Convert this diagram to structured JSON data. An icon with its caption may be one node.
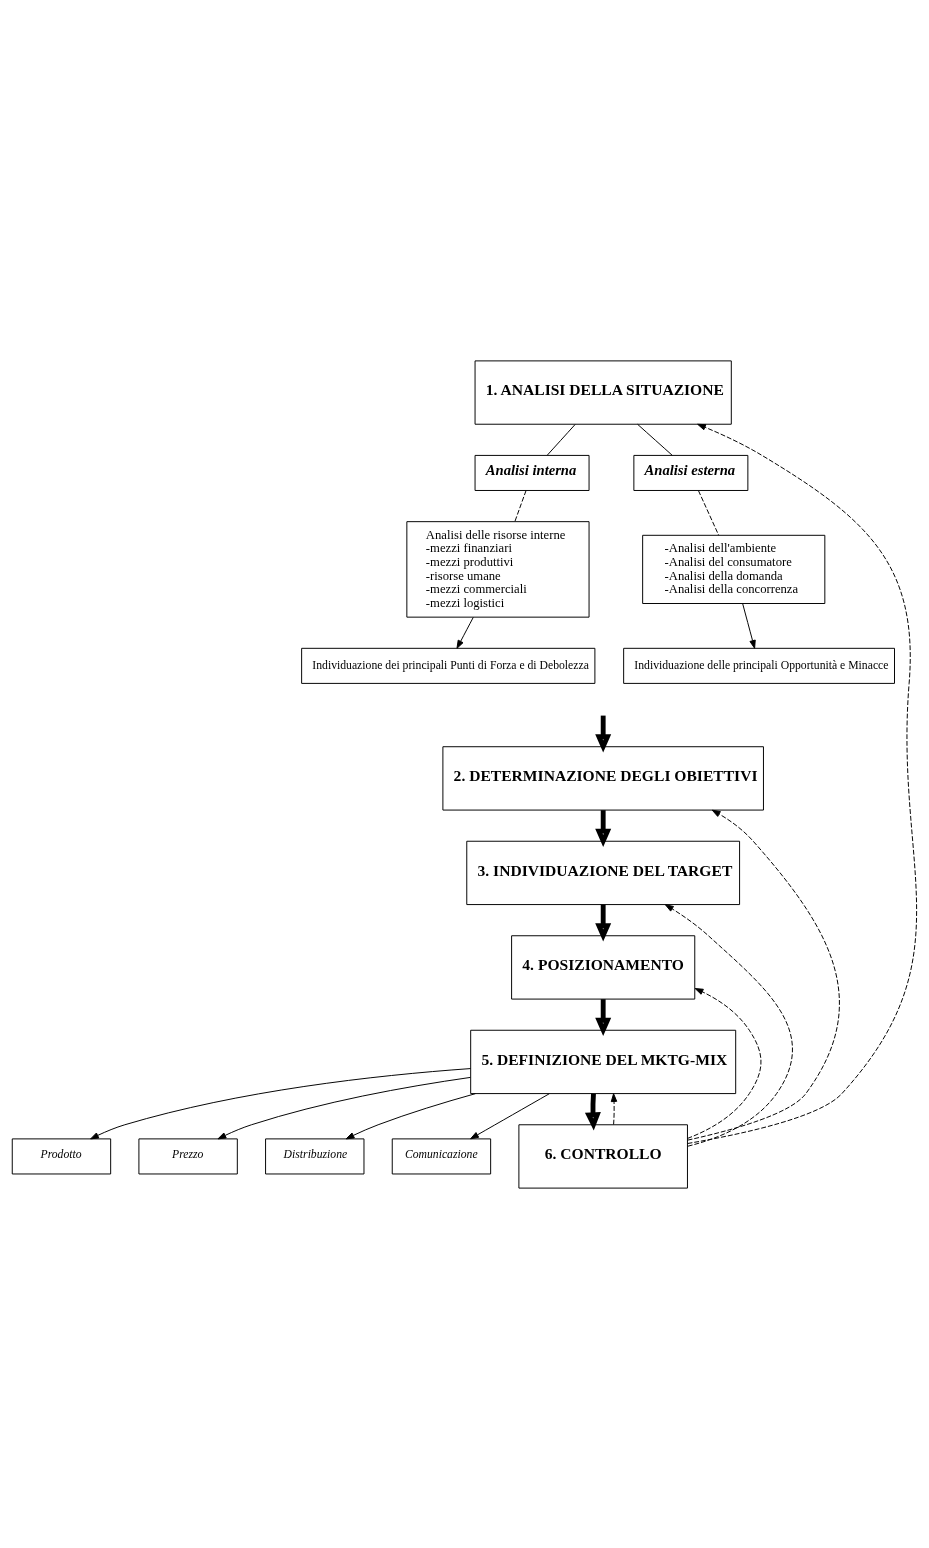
{
  "diagram": {
    "nodes": [
      {
        "text": [
          "1. ANALISI DELLA SITUAZIONE"
        ]
      },
      {
        "text": [
          "Analisi interna"
        ]
      },
      {
        "text": [
          "Analisi esterna"
        ]
      },
      {
        "text": [
          "Analisi delle risorse interne",
          "-mezzi finanziari",
          "-mezzi produttivi",
          "-risorse umane",
          "-mezzi commerciali",
          "-mezzi logistici"
        ]
      },
      {
        "text": [
          "-Analisi dell'ambiente",
          "-Analisi del consumatore",
          "-Analisi della domanda",
          "-Analisi della concorrenza"
        ]
      },
      {
        "text": [
          "Individuazione dei principali Punti di Forza e di Debolezza"
        ]
      },
      {
        "text": [
          "Individuazione delle principali Opportunità e Minacce"
        ]
      },
      {
        "text": [
          "2. DETERMINAZIONE DEGLI OBIETTIVI"
        ]
      },
      {
        "text": [
          "3. INDIVIDUAZIONE DEL TARGET"
        ]
      },
      {
        "text": [
          "4. POSIZIONAMENTO"
        ]
      },
      {
        "text": [
          "5. DEFINIZIONE DEL MKTG-MIX"
        ]
      },
      {
        "text": [
          "Prodotto"
        ]
      },
      {
        "text": [
          "Prezzo"
        ]
      },
      {
        "text": [
          "Distribuzione"
        ]
      },
      {
        "text": [
          "Comunicazione"
        ]
      },
      {
        "text": [
          "6. CONTROLLO"
        ]
      }
    ],
    "edges": [
      {
        "from": 0,
        "to": 1,
        "arrow": "none"
      },
      {
        "from": 0,
        "to": 2,
        "arrow": "none"
      },
      {
        "from": 1,
        "to": 3,
        "arrow": "none",
        "style": "dashed"
      },
      {
        "from": 2,
        "to": 4,
        "arrow": "none",
        "style": "dashed"
      },
      {
        "from": 3,
        "to": 5,
        "arrow": "to"
      },
      {
        "from": 4,
        "to": 6,
        "arrow": "to"
      },
      {
        "from": null,
        "to": 7,
        "arrow": "to",
        "style": "thick"
      },
      {
        "from": 7,
        "to": 8,
        "arrow": "to",
        "style": "thick"
      },
      {
        "from": 8,
        "to": 9,
        "arrow": "to",
        "style": "thick"
      },
      {
        "from": 9,
        "to": 10,
        "arrow": "to",
        "style": "thick"
      },
      {
        "from": 10,
        "to": 15,
        "arrow": "to",
        "style": "thick"
      },
      {
        "from": 10,
        "to": 11,
        "arrow": "to"
      },
      {
        "from": 10,
        "to": 12,
        "arrow": "to"
      },
      {
        "from": 10,
        "to": 13,
        "arrow": "to"
      },
      {
        "from": 10,
        "to": 14,
        "arrow": "to"
      },
      {
        "from": 15,
        "to": 0,
        "arrow": "to",
        "style": "dashed"
      },
      {
        "from": 15,
        "to": 7,
        "arrow": "to",
        "style": "dashed"
      },
      {
        "from": 15,
        "to": 8,
        "arrow": "to",
        "style": "dashed"
      },
      {
        "from": 15,
        "to": 9,
        "arrow": "to",
        "style": "dashed"
      },
      {
        "from": 15,
        "to": 10,
        "arrow": "to",
        "style": "dashed"
      }
    ]
  }
}
